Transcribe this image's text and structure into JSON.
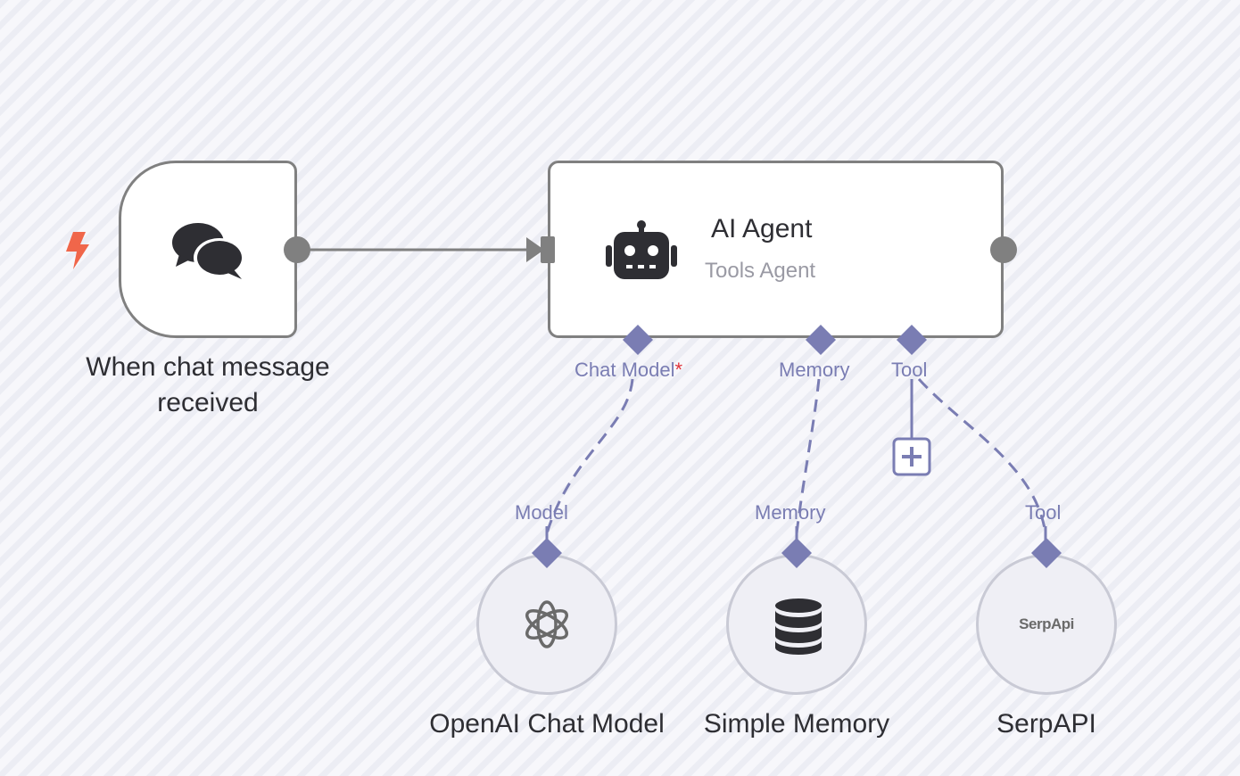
{
  "canvas": {
    "background": "#f7f7fb",
    "edge_color": "#808080",
    "ai_connector_color": "#7a7db3"
  },
  "nodes": {
    "trigger": {
      "title": "When chat message received",
      "icon": "chat-bubbles-icon",
      "badge_icon": "lightning-bolt-icon",
      "badge_color": "#f0664a"
    },
    "agent": {
      "title": "AI Agent",
      "subtitle": "Tools Agent",
      "icon": "robot-icon",
      "ports": {
        "chat_model": "Chat Model",
        "chat_model_required": "*",
        "memory": "Memory",
        "tool": "Tool"
      },
      "add_tool_icon": "plus-icon"
    },
    "openai": {
      "title": "OpenAI Chat Model",
      "icon": "openai-icon",
      "port_label": "Model"
    },
    "memory": {
      "title": "Simple Memory",
      "icon": "database-icon",
      "port_label": "Memory"
    },
    "serpapi": {
      "title": "SerpAPI",
      "logo_text": "SerpApi",
      "port_label": "Tool"
    }
  }
}
